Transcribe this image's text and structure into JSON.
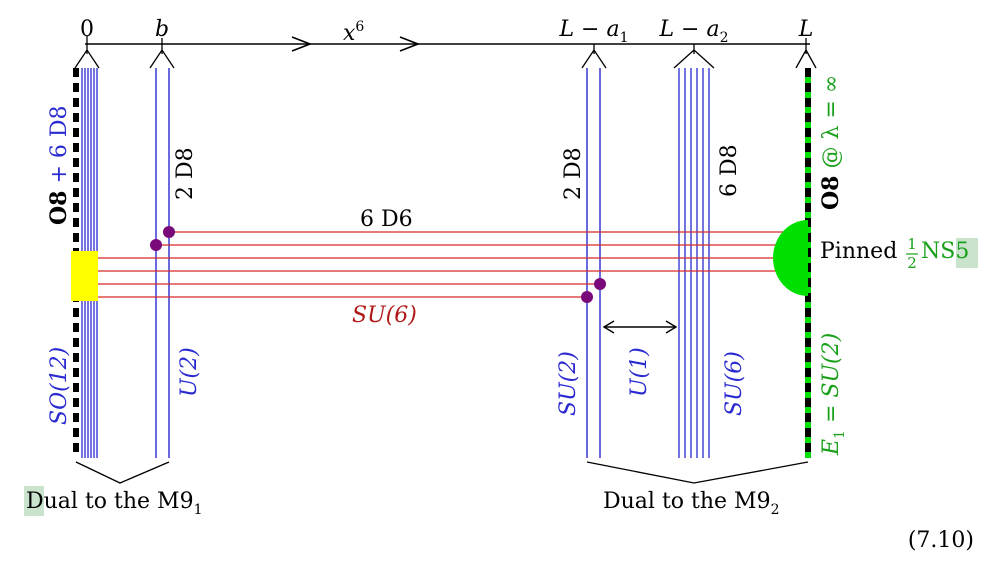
{
  "axis": {
    "variable": "x",
    "exponent": "6",
    "ticks": [
      "0",
      "b",
      "L − a",
      "L − a",
      "L"
    ],
    "tick_subscripts": [
      "",
      "",
      "1",
      "2",
      ""
    ]
  },
  "left_wall": {
    "label_bold": "O8",
    "label_rest": " + 6 D8",
    "gauge_group": "SO(12)"
  },
  "stack_b": {
    "count_label": "2 D8",
    "gauge_group": "U(2)"
  },
  "stack_La1": {
    "count_label": "2 D8",
    "gauge_group": "SU(2)"
  },
  "stack_La2": {
    "count_label": "6 D8",
    "gauge_group": "SU(6)"
  },
  "middle_gap": {
    "gauge_group": "U(1)"
  },
  "right_wall": {
    "label_bold": "O8",
    "label_rest": " @ λ = ∞",
    "gauge_group_prefix": "E",
    "gauge_group_sub": "1",
    "gauge_group_suffix": " = SU(2)"
  },
  "d6": {
    "count_label": "6 D6",
    "gauge_group": "SU(6)"
  },
  "ns5": {
    "label_prefix": "Pinned ",
    "frac_num": "1",
    "frac_den": "2",
    "label_suffix": " NS5"
  },
  "braces": {
    "left": {
      "text": "Dual to the M9",
      "sub": "1"
    },
    "right": {
      "text": "Dual to the M9",
      "sub": "2"
    }
  },
  "equation_number": "(7.10)",
  "colors": {
    "d8": "#2a2ad0",
    "d6": "#d42a2a",
    "d6_label": "#b01818",
    "ns5": "#00e000",
    "green_label": "#1aa01a",
    "dots": "#7a0a7a",
    "highlight_yellow": "#ffff00",
    "highlight_box": "#c9e3cc"
  }
}
